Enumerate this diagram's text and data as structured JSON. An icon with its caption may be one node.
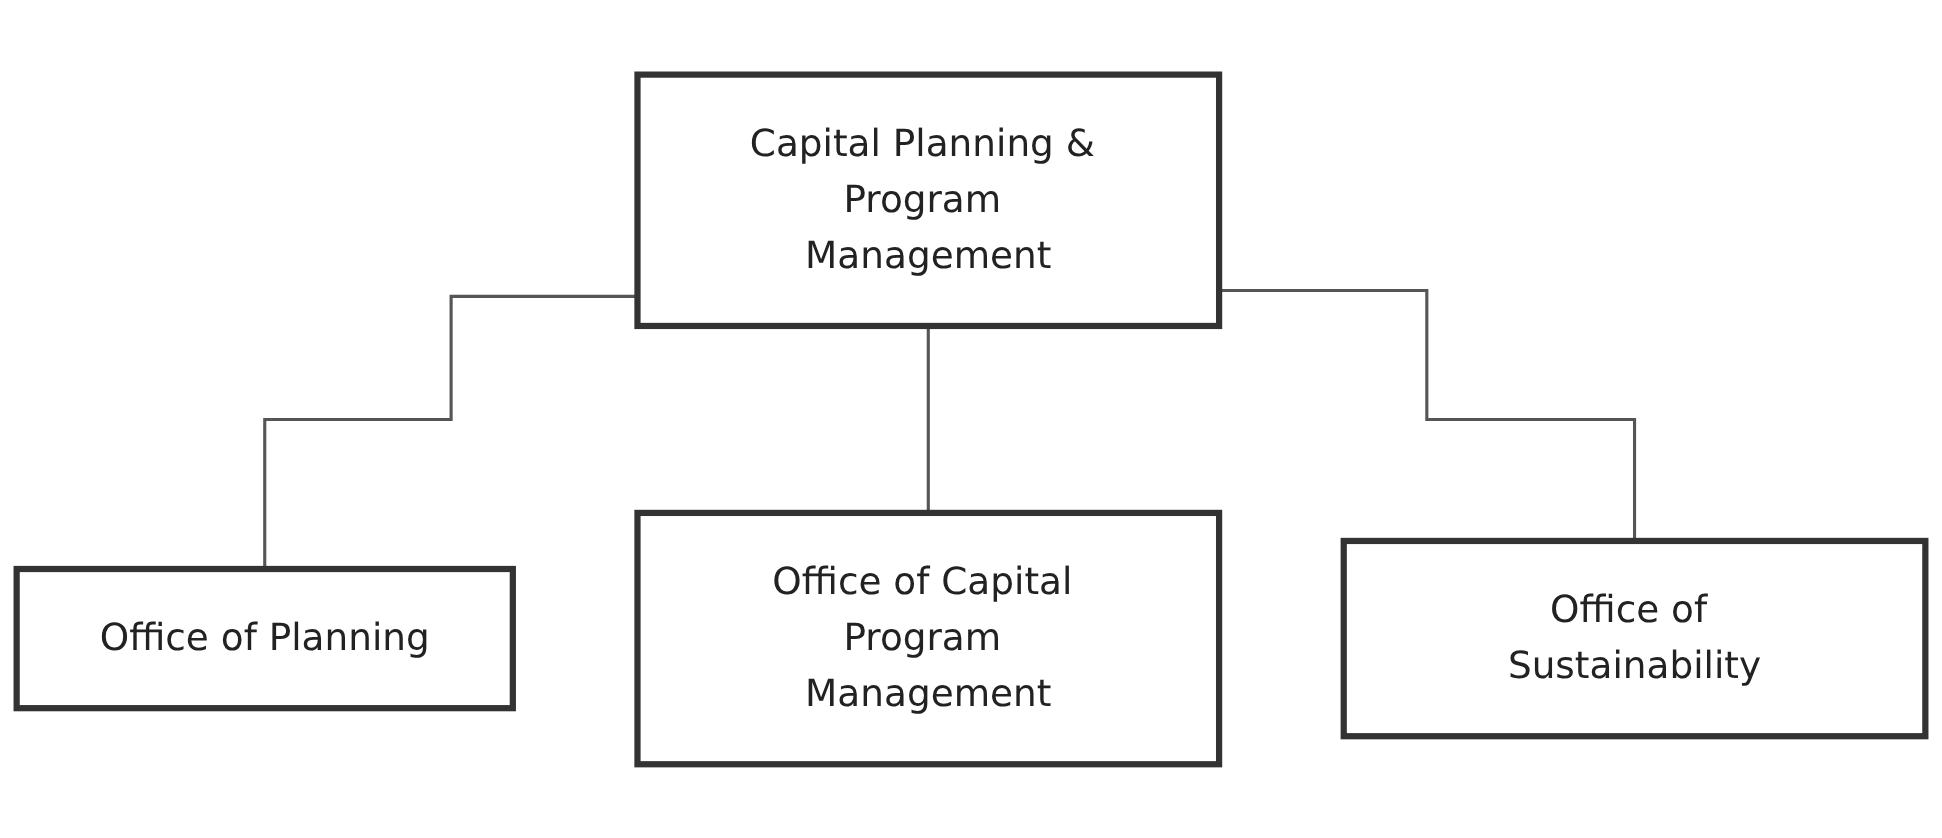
{
  "diagram": {
    "nodes": [
      {
        "text": [
          "Capital Planning & Program Management"
        ]
      },
      {
        "text": [
          "Office of Planning"
        ]
      },
      {
        "text": [
          "Office of Capital Program Management"
        ]
      },
      {
        "text": [
          "Office of Sustainability"
        ]
      }
    ],
    "edges": [
      {
        "from": 0,
        "to": 1,
        "arrow": "none"
      },
      {
        "from": 0,
        "to": 2,
        "arrow": "none"
      },
      {
        "from": 0,
        "to": 3,
        "arrow": "none"
      }
    ]
  }
}
